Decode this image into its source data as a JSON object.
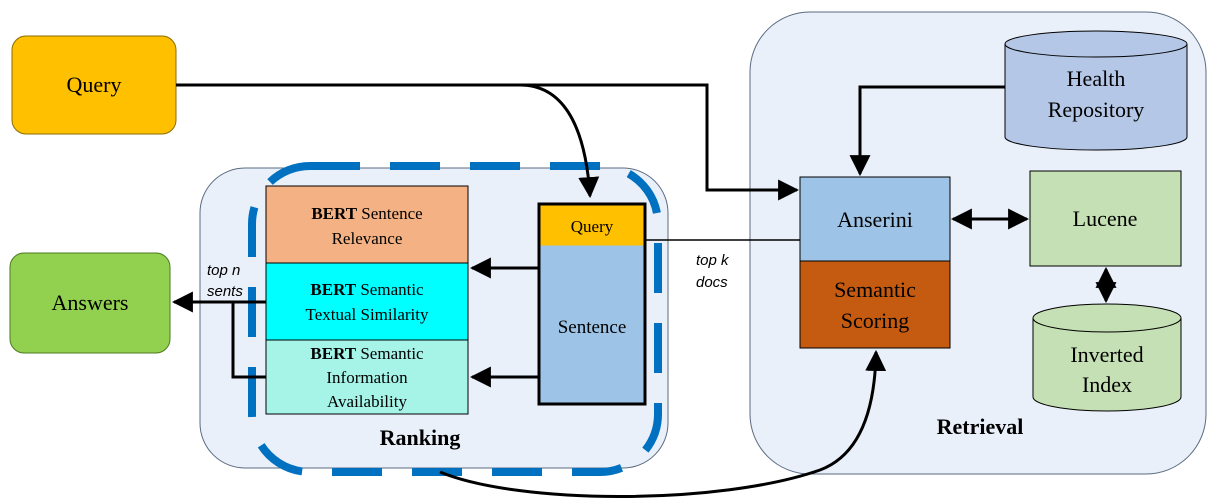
{
  "query": "Query",
  "answers": "Answers",
  "ranking": {
    "title": "Ranking",
    "bert_strong": "BERT",
    "relevance": {
      "line1": "Sentence",
      "line2": "Relevance"
    },
    "similarity": {
      "line1": "Semantic",
      "line2": "Textual Similarity"
    },
    "availability": {
      "line1": "Semantic",
      "line2": "Information",
      "line3": "Availability"
    },
    "stack_query": "Query",
    "stack_sentence": "Sentence"
  },
  "retrieval": {
    "title": "Retrieval",
    "anserini": "Anserini",
    "semantic_scoring": {
      "line1": "Semantic",
      "line2": "Scoring"
    },
    "lucene": "Lucene",
    "health_repository": {
      "line1": "Health",
      "line2": "Repository"
    },
    "inverted_index": {
      "line1": "Inverted",
      "line2": "Index"
    }
  },
  "edge_labels": {
    "top_n": {
      "line1": "top n",
      "line2": "sents"
    },
    "top_k": {
      "line1": "top k",
      "line2": "docs"
    }
  },
  "colors": {
    "query": "#FFC000",
    "answers": "#92D050",
    "relevance": "#F4B183",
    "similarity": "#00FFFF",
    "availability": "#A6F3E8",
    "sentence_stack": "#9DC3E6",
    "anserini": "#9DC3E6",
    "semantic_scoring": "#C55A11",
    "lucene": "#C5E0B4",
    "health_repository": "#B4C7E7",
    "inverted_index": "#C5E0B4",
    "panel": "#EAF0FA",
    "dashed": "#0070C0"
  }
}
